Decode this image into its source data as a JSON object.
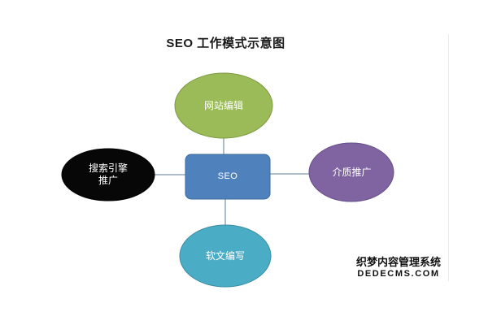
{
  "diagram": {
    "title": "SEO 工作模式示意图",
    "center_node": {
      "label": "SEO",
      "shape": "rounded-rectangle",
      "fill": "#4F81BD",
      "stroke": "#3A6A9E",
      "text_color": "#FFFFFF"
    },
    "nodes": [
      {
        "id": "website-editing",
        "label": "网站编辑",
        "position": "top",
        "shape": "ellipse",
        "fill": "#9BBB59",
        "stroke": "#7A9A3E",
        "text_color": "#FFFFFF"
      },
      {
        "id": "search-engine-promotion",
        "label": "搜索引擎\n推广",
        "position": "left",
        "shape": "ellipse",
        "fill": "#070707",
        "stroke": "#000000",
        "text_color": "#FFFFFF"
      },
      {
        "id": "media-promotion",
        "label": "介质推广",
        "position": "right",
        "shape": "ellipse",
        "fill": "#8064A2",
        "stroke": "#67508A",
        "text_color": "#FFFFFF"
      },
      {
        "id": "soft-article-writing",
        "label": "软文编写",
        "position": "bottom",
        "shape": "ellipse",
        "fill": "#4BACC6",
        "stroke": "#3A8DA4",
        "text_color": "#FFFFFF"
      }
    ],
    "connectors": {
      "color": "#5B7C96",
      "width": 1,
      "links": [
        {
          "from": "center",
          "to": "website-editing"
        },
        {
          "from": "center",
          "to": "search-engine-promotion"
        },
        {
          "from": "center",
          "to": "media-promotion"
        },
        {
          "from": "center",
          "to": "soft-article-writing"
        }
      ]
    }
  },
  "watermark": {
    "chinese": "织梦内容管理系统",
    "latin": "DEDECMS.COM"
  },
  "canvas": {
    "background": "#FFFFFF"
  }
}
